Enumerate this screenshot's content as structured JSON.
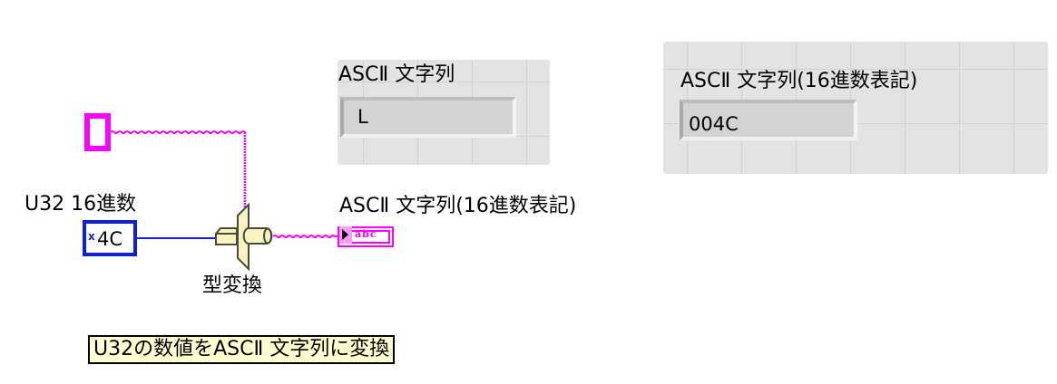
{
  "front_panel": {
    "ascii_string_indicator": {
      "label": "ASCⅡ 文字列",
      "value": "L"
    },
    "ascii_hex_indicator": {
      "label": "ASCⅡ 文字列(16進数表記)",
      "value": "004C"
    }
  },
  "block_diagram": {
    "u32_control": {
      "label": "U32 16進数",
      "radix_marker": "x",
      "value": "4C"
    },
    "type_cast_node": {
      "label": "型変換"
    },
    "string_type_constant": {
      "value": ""
    },
    "string_indicator_terminal": {
      "label": "ASCⅡ 文字列(16進数表記)",
      "glyph": "abc"
    },
    "comment": {
      "text": "U32の数値をASCⅡ 文字列に変換"
    },
    "wire_colors": {
      "numeric_u32": "#0a1ee6",
      "string": "#ff00ff"
    }
  }
}
